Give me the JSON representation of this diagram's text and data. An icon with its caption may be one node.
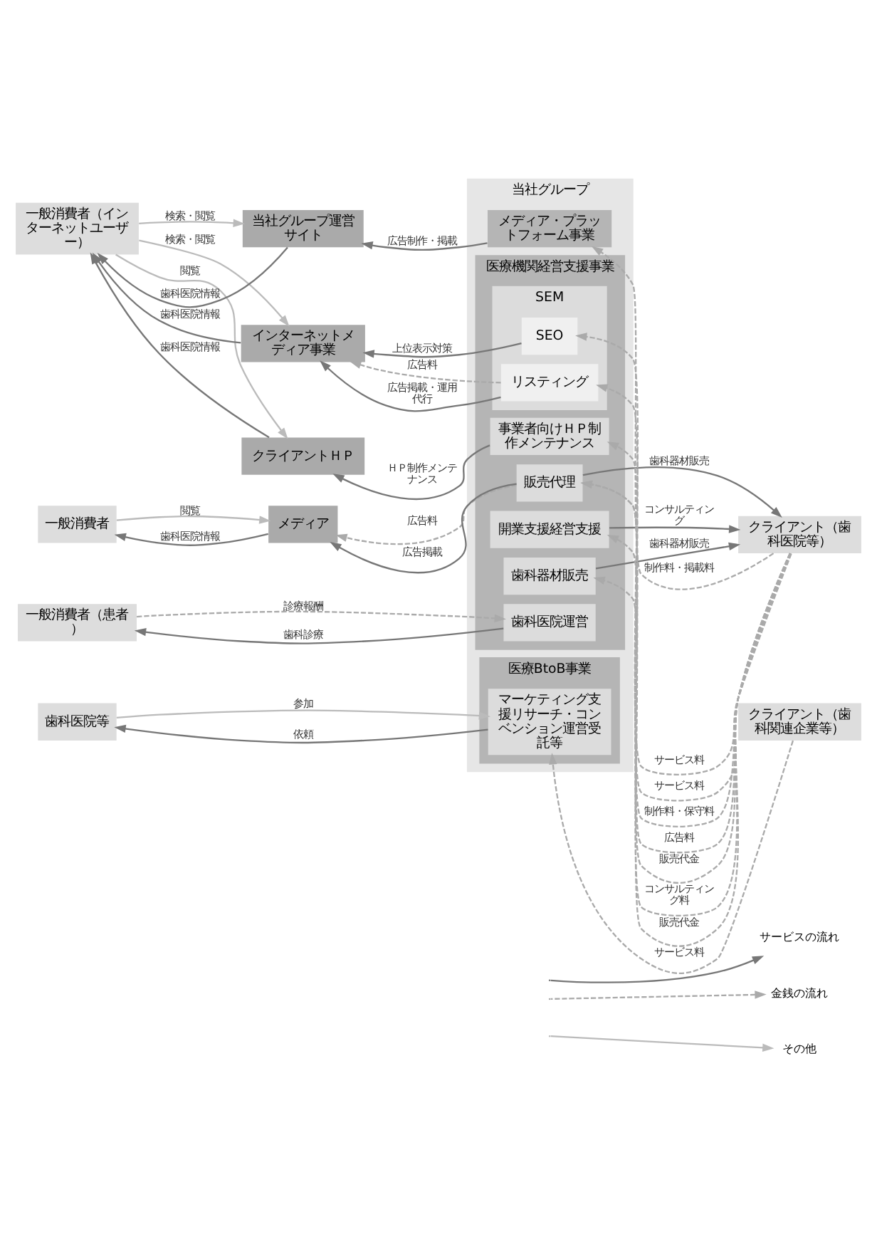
{
  "diagram": {
    "nodes": [
      {
        "text": [
          "一般消費者（インターネットユーザー）"
        ]
      },
      {
        "text": [
          "当社グループ運営サイト"
        ]
      },
      {
        "text": [
          "インターネットメディア事業"
        ]
      },
      {
        "text": [
          "クライアントＨＰ"
        ]
      },
      {
        "text": [
          "一般消費者"
        ]
      },
      {
        "text": [
          "メディア"
        ]
      },
      {
        "text": [
          "一般消費者（患者）"
        ]
      },
      {
        "text": [
          "歯科医院等"
        ]
      },
      {
        "text": [
          "当社グループ"
        ]
      },
      {
        "text": [
          "メディア・プラットフォーム事業"
        ],
        "in": 8
      },
      {
        "text": [
          "医療機関経営支援事業"
        ],
        "in": 8
      },
      {
        "text": [
          "SEM"
        ],
        "in": 10
      },
      {
        "text": [
          "SEO"
        ],
        "in": 11
      },
      {
        "text": [
          "リスティング"
        ],
        "in": 11
      },
      {
        "text": [
          "事業者向けＨＰ制作メンテナンス"
        ],
        "in": 10
      },
      {
        "text": [
          "販売代理"
        ],
        "in": 10
      },
      {
        "text": [
          "開業支援経営支援"
        ],
        "in": 10
      },
      {
        "text": [
          "歯科器材販売"
        ],
        "in": 10
      },
      {
        "text": [
          "歯科医院運営"
        ],
        "in": 10
      },
      {
        "text": [
          "医療BtoB事業"
        ],
        "in": 8
      },
      {
        "text": [
          "マーケティング支援リサーチ・コンベンション運営受託等"
        ],
        "in": 19
      },
      {
        "text": [
          "クライアント（歯科医院等）"
        ]
      },
      {
        "text": [
          "クライアント（歯科関連企業等）"
        ]
      }
    ],
    "edges": [
      {
        "from": 0,
        "to": 1,
        "arrow": "to",
        "label": "検索・閲覧",
        "color": "#bbbbbb"
      },
      {
        "from": 1,
        "to": 0,
        "arrow": "to",
        "label": "歯科医院情報"
      },
      {
        "from": 9,
        "to": 1,
        "arrow": "to",
        "label": "広告制作・掲載"
      },
      {
        "from": 21,
        "to": 9,
        "arrow": "to",
        "label": "制作料・掲載料",
        "style": "dashed",
        "color": "#aaaaaa"
      },
      {
        "from": 0,
        "to": 2,
        "arrow": "to",
        "label": "検索・閲覧",
        "color": "#bbbbbb"
      },
      {
        "from": 2,
        "to": 0,
        "arrow": "to",
        "label": "歯科医院情報"
      },
      {
        "from": 12,
        "to": 2,
        "arrow": "to",
        "label": "上位表示対策"
      },
      {
        "from": 13,
        "to": 2,
        "arrow": "to",
        "label": "広告料",
        "style": "dashed",
        "color": "#aaaaaa"
      },
      {
        "from": 13,
        "to": 2,
        "arrow": "to",
        "label": "広告掲載・運用代行"
      },
      {
        "from": 21,
        "to": 12,
        "arrow": "to",
        "label": "サービス料",
        "style": "dashed",
        "color": "#aaaaaa"
      },
      {
        "from": 21,
        "to": 13,
        "arrow": "to",
        "label": "サービス料",
        "style": "dashed",
        "color": "#aaaaaa"
      },
      {
        "from": 0,
        "to": 3,
        "arrow": "to",
        "label": "閲覧",
        "color": "#bbbbbb"
      },
      {
        "from": 3,
        "to": 0,
        "arrow": "to",
        "label": "歯科医院情報"
      },
      {
        "from": 14,
        "to": 3,
        "arrow": "to",
        "label": "ＨＰ制作メンテナンス"
      },
      {
        "from": 21,
        "to": 14,
        "arrow": "to",
        "label": "制作料・保守料",
        "style": "dashed",
        "color": "#aaaaaa"
      },
      {
        "from": 4,
        "to": 5,
        "arrow": "to",
        "label": "閲覧",
        "color": "#bbbbbb"
      },
      {
        "from": 5,
        "to": 4,
        "arrow": "to",
        "label": "歯科医院情報"
      },
      {
        "from": 15,
        "to": 5,
        "arrow": "to",
        "label": "広告料",
        "style": "dashed",
        "color": "#aaaaaa"
      },
      {
        "from": 15,
        "to": 5,
        "arrow": "to",
        "label": "広告掲載"
      },
      {
        "from": 21,
        "to": 15,
        "arrow": "to",
        "label": "広告料",
        "style": "dashed",
        "color": "#aaaaaa"
      },
      {
        "from": 15,
        "to": 21,
        "arrow": "to",
        "label": "歯科器材販売"
      },
      {
        "from": 21,
        "to": 15,
        "arrow": "to",
        "label": "販売代金",
        "style": "dashed",
        "color": "#aaaaaa"
      },
      {
        "from": 16,
        "to": 21,
        "arrow": "to",
        "label": "コンサルティング"
      },
      {
        "from": 21,
        "to": 16,
        "arrow": "to",
        "label": "コンサルティング料",
        "style": "dashed",
        "color": "#aaaaaa"
      },
      {
        "from": 17,
        "to": 21,
        "arrow": "to",
        "label": "歯科器材販売"
      },
      {
        "from": 21,
        "to": 17,
        "arrow": "to",
        "label": "販売代金",
        "style": "dashed",
        "color": "#aaaaaa"
      },
      {
        "from": 18,
        "to": 6,
        "arrow": "to",
        "label": "歯科診療"
      },
      {
        "from": 6,
        "to": 18,
        "arrow": "to",
        "label": "診療報酬",
        "style": "dashed",
        "color": "#aaaaaa"
      },
      {
        "from": 7,
        "to": 20,
        "arrow": "to",
        "label": "参加",
        "color": "#bbbbbb"
      },
      {
        "from": 20,
        "to": 7,
        "arrow": "to",
        "label": "依頼"
      },
      {
        "from": 22,
        "to": 20,
        "arrow": "to",
        "label": "サービス料",
        "style": "dashed",
        "color": "#aaaaaa"
      }
    ],
    "legend": [
      {
        "text": "サービスの流れ"
      },
      {
        "text": "金銭の流れ"
      },
      {
        "text": "その他"
      }
    ]
  }
}
